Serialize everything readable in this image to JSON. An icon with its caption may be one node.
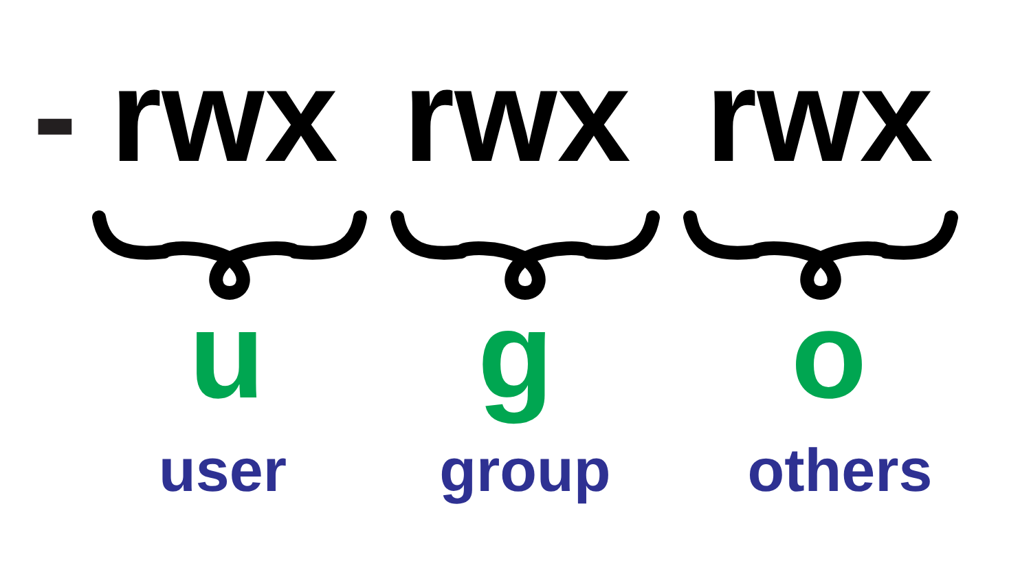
{
  "diagram": {
    "labels": [
      "-",
      "rwx",
      "rwx",
      "rwx",
      "u",
      "g",
      "o",
      "user",
      "group",
      "others"
    ]
  }
}
